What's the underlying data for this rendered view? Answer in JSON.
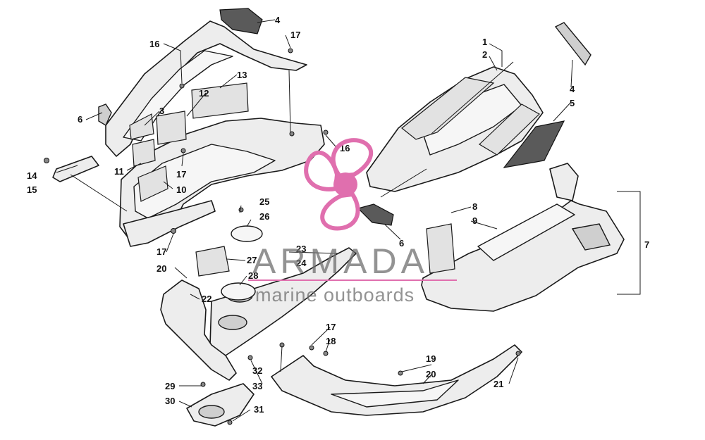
{
  "watermark": {
    "brand": "ARMADA",
    "tagline": "marine outboards",
    "logo_color": "#e06fae"
  },
  "callouts": {
    "c1": "1",
    "c2": "2",
    "c3": "3",
    "c4a": "4",
    "c4b": "4",
    "c5": "5",
    "c6a": "6",
    "c6b": "6",
    "c7": "7",
    "c8": "8",
    "c9": "9",
    "c10": "10",
    "c11": "11",
    "c12": "12",
    "c13": "13",
    "c14": "14",
    "c15": "15",
    "c16a": "16",
    "c16b": "16",
    "c17a": "17",
    "c17b": "17",
    "c17c": "17",
    "c17d": "17",
    "c18": "18",
    "c19": "19",
    "c20a": "20",
    "c20b": "20",
    "c21": "21",
    "c22": "22",
    "c23": "23",
    "c24": "24",
    "c25": "25",
    "c26": "26",
    "c27": "27",
    "c28": "28",
    "c29": "29",
    "c30": "30",
    "c31": "31",
    "c32": "32",
    "c33": "33"
  }
}
